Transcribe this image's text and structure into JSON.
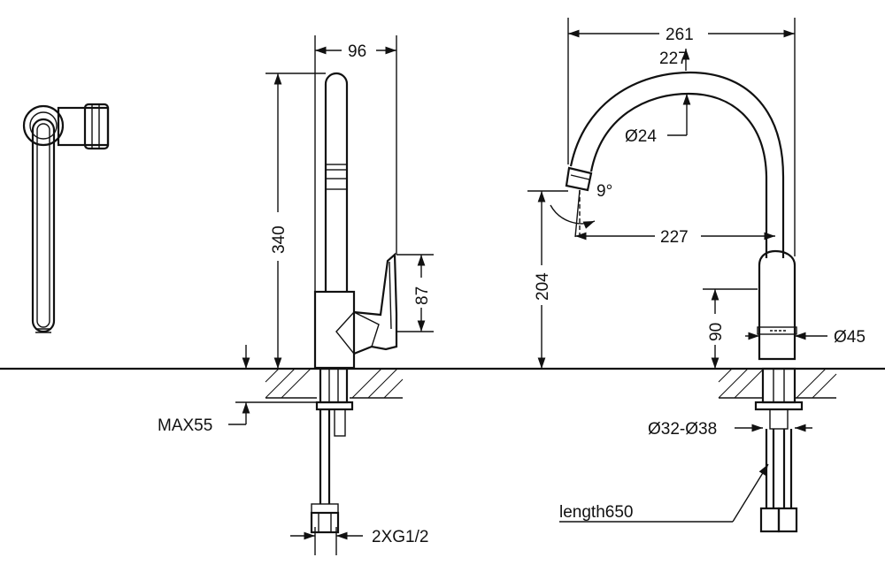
{
  "dimensions": {
    "top_width": "96",
    "height_total": "340",
    "handle_height": "87",
    "max_thickness": "MAX55",
    "thread": "2XG1/2",
    "reach_total": "261",
    "spout_arc": "227",
    "spout_diameter": "Ø24",
    "angle": "9°",
    "spout_reach": "227",
    "spout_height": "204",
    "body_height": "90",
    "body_diameter": "Ø45",
    "hole_diameter": "Ø32-Ø38",
    "hose_length": "length650"
  }
}
